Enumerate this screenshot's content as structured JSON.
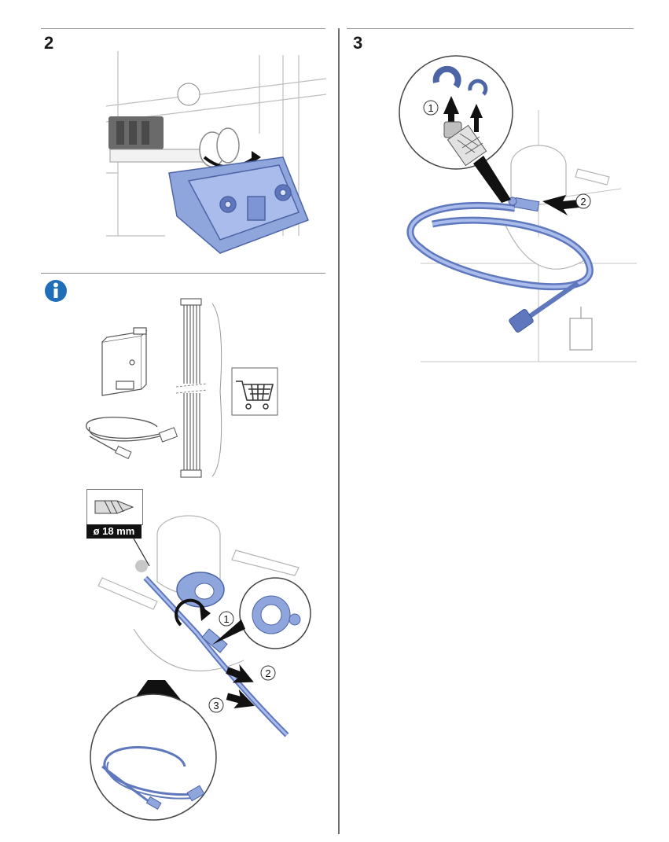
{
  "steps": {
    "left_top": "2",
    "right_top": "3"
  },
  "info_icon": "info-icon",
  "drill_label": "ø 18 mm",
  "callouts": {
    "step3_remove_clips": "1",
    "step3_insert_hose": "2",
    "drill_rotate": "1",
    "drill_push_hose": "2",
    "drill_push_in": "3"
  },
  "colors": {
    "part_blue": "#8fa6dd",
    "part_blue_dark": "#5f78bd",
    "line_gray": "#b5b5b5",
    "info_blue": "#1f6fb8"
  },
  "icons": {
    "cart": "shopping-cart-icon",
    "drill": "drill-bit-icon"
  }
}
